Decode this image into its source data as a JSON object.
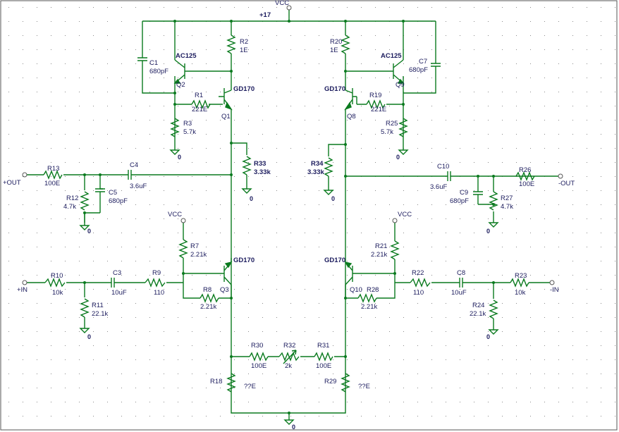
{
  "rails": {
    "vcc": "VCC",
    "plus17": "+17",
    "ground": "0"
  },
  "ports": {
    "out_pos": "+OUT",
    "out_neg": "-OUT",
    "in_pos": "+IN",
    "in_neg": "-IN"
  },
  "transistors": {
    "q1": {
      "ref": "Q1",
      "type": "GD170"
    },
    "q2": {
      "ref": "Q2",
      "type": "AC125"
    },
    "q3": {
      "ref": "Q3",
      "type": "GD170"
    },
    "q8": {
      "ref": "Q8",
      "type": "GD170"
    },
    "q9": {
      "ref": "Q9",
      "type": "AC125"
    },
    "q10": {
      "ref": "Q10",
      "type": "GD170"
    }
  },
  "resistors": {
    "r1": {
      "ref": "R1",
      "value": "221E"
    },
    "r2": {
      "ref": "R2",
      "value": "1E"
    },
    "r3": {
      "ref": "R3",
      "value": "5.7k"
    },
    "r7": {
      "ref": "R7",
      "value": "2.21k"
    },
    "r8": {
      "ref": "R8",
      "value": "2.21k"
    },
    "r9": {
      "ref": "R9",
      "value": "110"
    },
    "r10": {
      "ref": "R10",
      "value": "10k"
    },
    "r11": {
      "ref": "R11",
      "value": "22.1k"
    },
    "r12": {
      "ref": "R12",
      "value": "4.7k"
    },
    "r13": {
      "ref": "R13",
      "value": "100E"
    },
    "r18": {
      "ref": "R18",
      "value": "??E"
    },
    "r19": {
      "ref": "R19",
      "value": "221E"
    },
    "r20": {
      "ref": "R20",
      "value": "1E"
    },
    "r21": {
      "ref": "R21",
      "value": "2.21k"
    },
    "r22": {
      "ref": "R22",
      "value": "110"
    },
    "r23": {
      "ref": "R23",
      "value": "10k"
    },
    "r24": {
      "ref": "R24",
      "value": "22.1k"
    },
    "r25": {
      "ref": "R25",
      "value": "5.7k"
    },
    "r26": {
      "ref": "R26",
      "value": "100E"
    },
    "r27": {
      "ref": "R27",
      "value": "4.7k"
    },
    "r28": {
      "ref": "R28",
      "value": "2.21k"
    },
    "r29": {
      "ref": "R29",
      "value": "??E"
    },
    "r30": {
      "ref": "R30",
      "value": "100E"
    },
    "r31": {
      "ref": "R31",
      "value": "100E"
    },
    "r32": {
      "ref": "R32",
      "value": "2k"
    },
    "r33": {
      "ref": "R33",
      "value": "3.33k"
    },
    "r34": {
      "ref": "R34",
      "value": "3.33k"
    }
  },
  "capacitors": {
    "c1": {
      "ref": "C1",
      "value": "680pF"
    },
    "c3": {
      "ref": "C3",
      "value": "10uF"
    },
    "c4": {
      "ref": "C4",
      "value": "3.6uF"
    },
    "c5": {
      "ref": "C5",
      "value": "680pF"
    },
    "c7": {
      "ref": "C7",
      "value": "680pF"
    },
    "c8": {
      "ref": "C8",
      "value": "10uF"
    },
    "c9": {
      "ref": "C9",
      "value": "680pF"
    },
    "c10": {
      "ref": "C10",
      "value": "3.6uF"
    }
  },
  "colors": {
    "wire": "#0a7a1e",
    "label": "#1c1c5e",
    "grid": "#8a8a8a",
    "background": "#ffffff"
  }
}
